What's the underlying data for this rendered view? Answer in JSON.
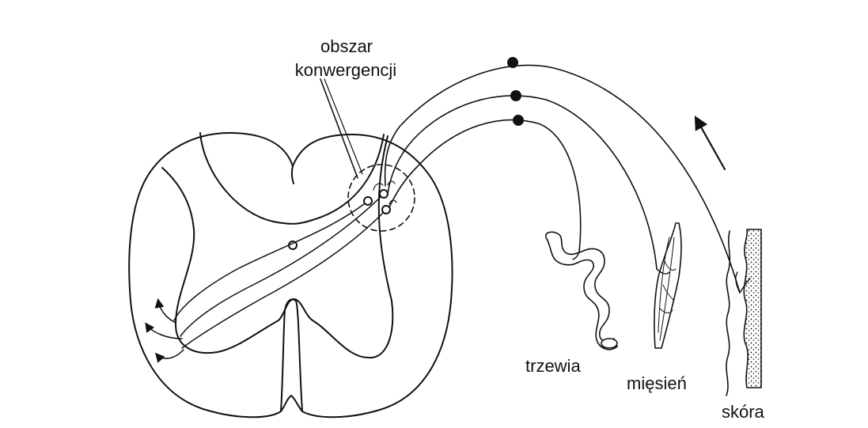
{
  "labels": {
    "convergence_line1": "obszar",
    "convergence_line2": "konwergencji",
    "viscera": "trzewia",
    "muscle": "mięsień",
    "skin": "skóra"
  },
  "colors": {
    "ink": "#111111",
    "background": "#ffffff"
  }
}
